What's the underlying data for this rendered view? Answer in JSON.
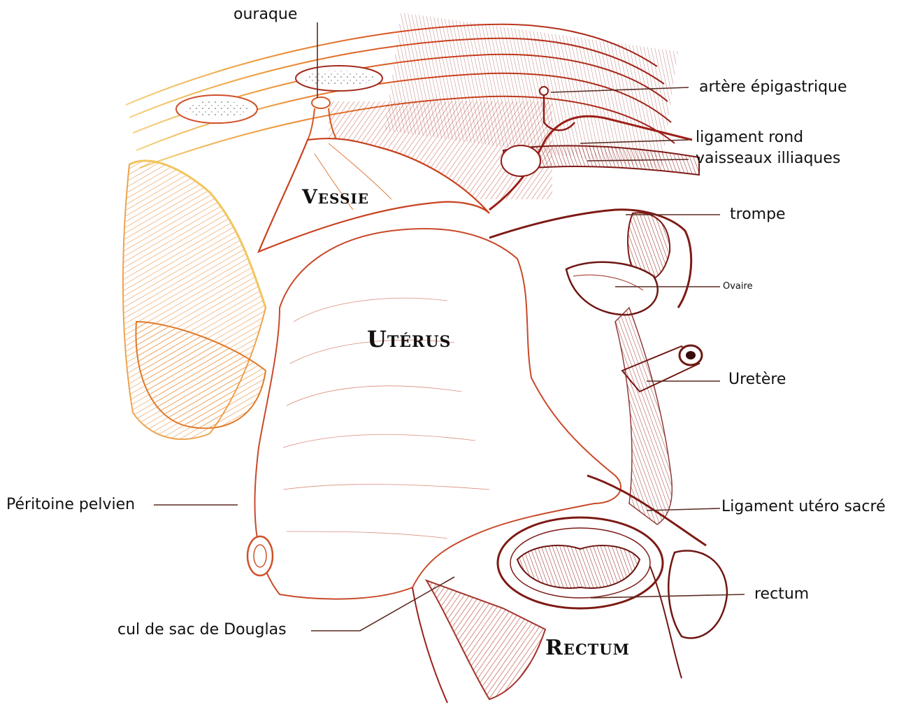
{
  "diagram": {
    "organs": {
      "vessie": "Vessie",
      "uterus": "Utérus",
      "rectum": "Rectum"
    },
    "labels": {
      "ouraque": "ouraque",
      "artere_epigastrique": "artère épigastrique",
      "ligament_rond": "ligament rond",
      "vaisseaux_illiaques": "vaisseaux illiaques",
      "trompe": "trompe",
      "ovaire": "Ovaire",
      "uretere": "Uretère",
      "peritoine_pelvien": "Péritoine pelvien",
      "ligament_utero_sacre": "Ligament utéro sacré",
      "rectum_lower": "rectum",
      "cul_de_sac": "cul de sac de Douglas"
    },
    "colors": {
      "dark_red": "#a3201a",
      "red": "#c83a1e",
      "orange": "#e8742a",
      "yellow": "#f2c45c",
      "leader": "#5a2a22"
    }
  }
}
